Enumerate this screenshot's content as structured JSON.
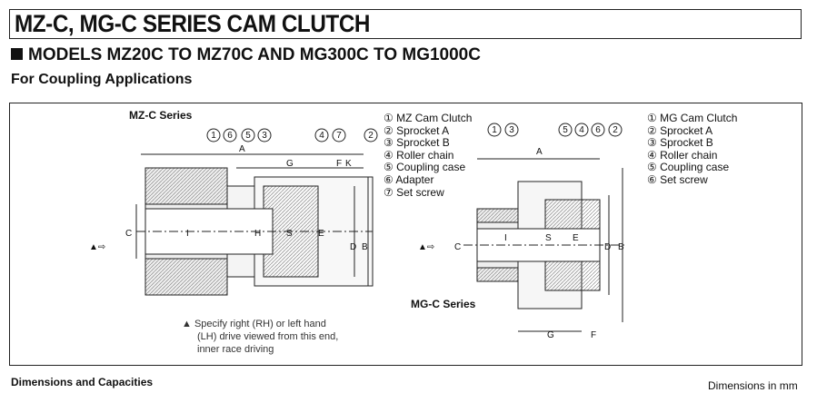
{
  "title": "MZ-C, MG-C SERIES CAM CLUTCH",
  "subtitle": "MODELS MZ20C TO MZ70C AND MG300C TO MG1000C",
  "application": "For Coupling Applications",
  "mz": {
    "series": "MZ-C Series",
    "legend": [
      "① MZ Cam Clutch",
      "② Sprocket A",
      "③ Sprocket B",
      "④ Roller chain",
      "⑤ Coupling case",
      "⑥ Adapter",
      "⑦ Set screw"
    ],
    "callouts": [
      "1",
      "6",
      "5",
      "3",
      "4",
      "7",
      "2"
    ],
    "dims": [
      "A",
      "G",
      "F",
      "K",
      "I",
      "H",
      "S",
      "E",
      "C",
      "D",
      "B"
    ],
    "note": [
      "Specify right (RH) or left hand",
      "(LH) drive viewed from this end,",
      "inner race driving"
    ]
  },
  "mg": {
    "series": "MG-C Series",
    "legend": [
      "① MG Cam Clutch",
      "② Sprocket A",
      "③ Sprocket B",
      "④ Roller chain",
      "⑤ Coupling case",
      "⑥ Set screw"
    ],
    "callouts": [
      "1",
      "3",
      "5",
      "4",
      "6",
      "2"
    ],
    "dims": [
      "A",
      "C",
      "I",
      "S",
      "E",
      "D",
      "B",
      "G",
      "F"
    ]
  },
  "footer": {
    "left": "Dimensions and Capacities",
    "right": "Dimensions in mm"
  }
}
